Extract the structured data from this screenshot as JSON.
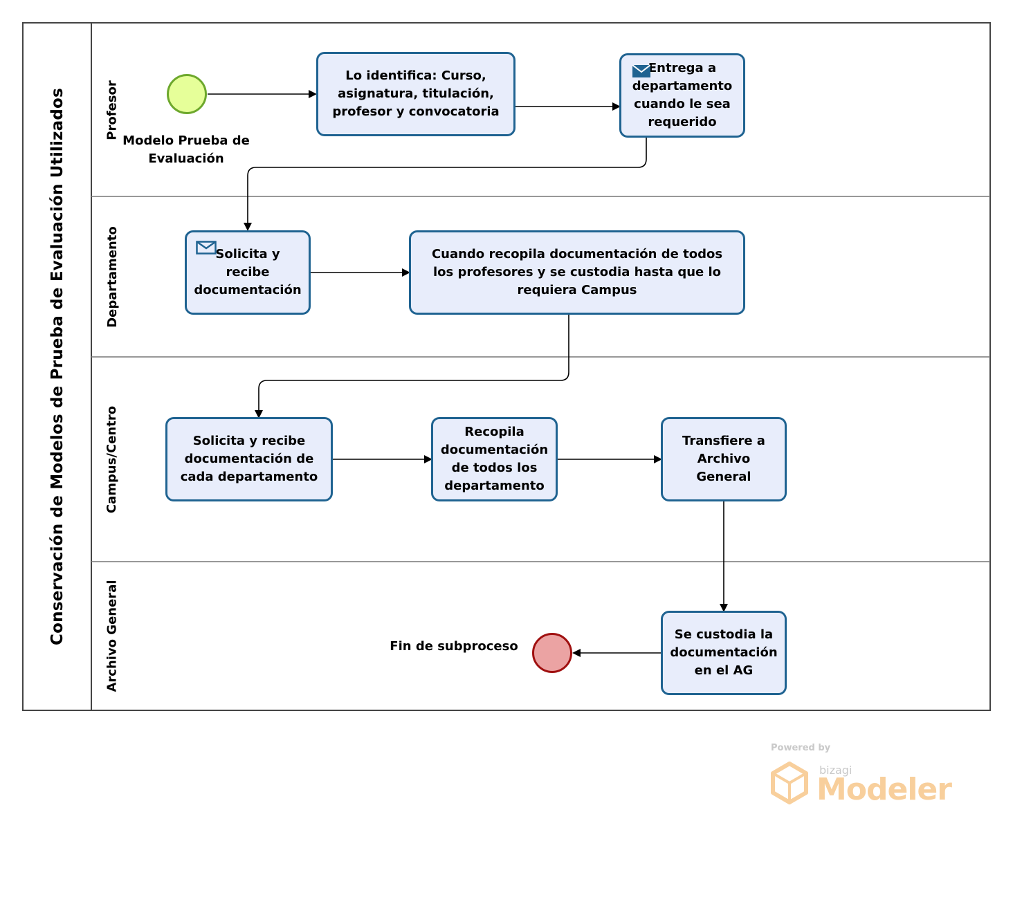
{
  "pool": {
    "title": "Conservación de Modelos de Prueba de Evaluación Utilizados"
  },
  "lanes": [
    {
      "id": "profesor",
      "label": "Profesor"
    },
    {
      "id": "departamento",
      "label": "Departamento"
    },
    {
      "id": "campus",
      "label": "Campus/Centro"
    },
    {
      "id": "archivo",
      "label": "Archivo General"
    }
  ],
  "events": {
    "start": {
      "label": "Modelo Prueba de Evaluación",
      "fill": "#e6ff99",
      "stroke": "#6da82c"
    },
    "end": {
      "label": "Fin de subproceso",
      "fill": "#eba3a3",
      "stroke": "#a01010"
    }
  },
  "tasks": {
    "identifica": {
      "label": "Lo identifica: Curso, asignatura, titulación, profesor y convocatoria"
    },
    "entrega": {
      "label": "Entrega a departamento cuando le sea requerido",
      "icon": "envelope-filled-icon"
    },
    "solicita_dep": {
      "label": "Solicita y recibe documentación",
      "icon": "envelope-outline-icon"
    },
    "recopila_dep": {
      "label": "Cuando recopila documentación de todos los profesores  y se custodia hasta que lo requiera Campus"
    },
    "solicita_campus": {
      "label": "Solicita y recibe documentación de cada departamento"
    },
    "recopila_campus": {
      "label": "Recopila documentación de todos los departamento"
    },
    "transfiere": {
      "label": "Transfiere a Archivo General"
    },
    "custodia": {
      "label": "Se custodia la documentación en el AG"
    }
  },
  "colors": {
    "task_fill": "#e8edfb",
    "task_stroke": "#1f6391",
    "line": "#000000",
    "lane_border": "#555555"
  },
  "watermark": {
    "powered": "Powered by",
    "brand": "bizagi",
    "product": "Modeler"
  }
}
